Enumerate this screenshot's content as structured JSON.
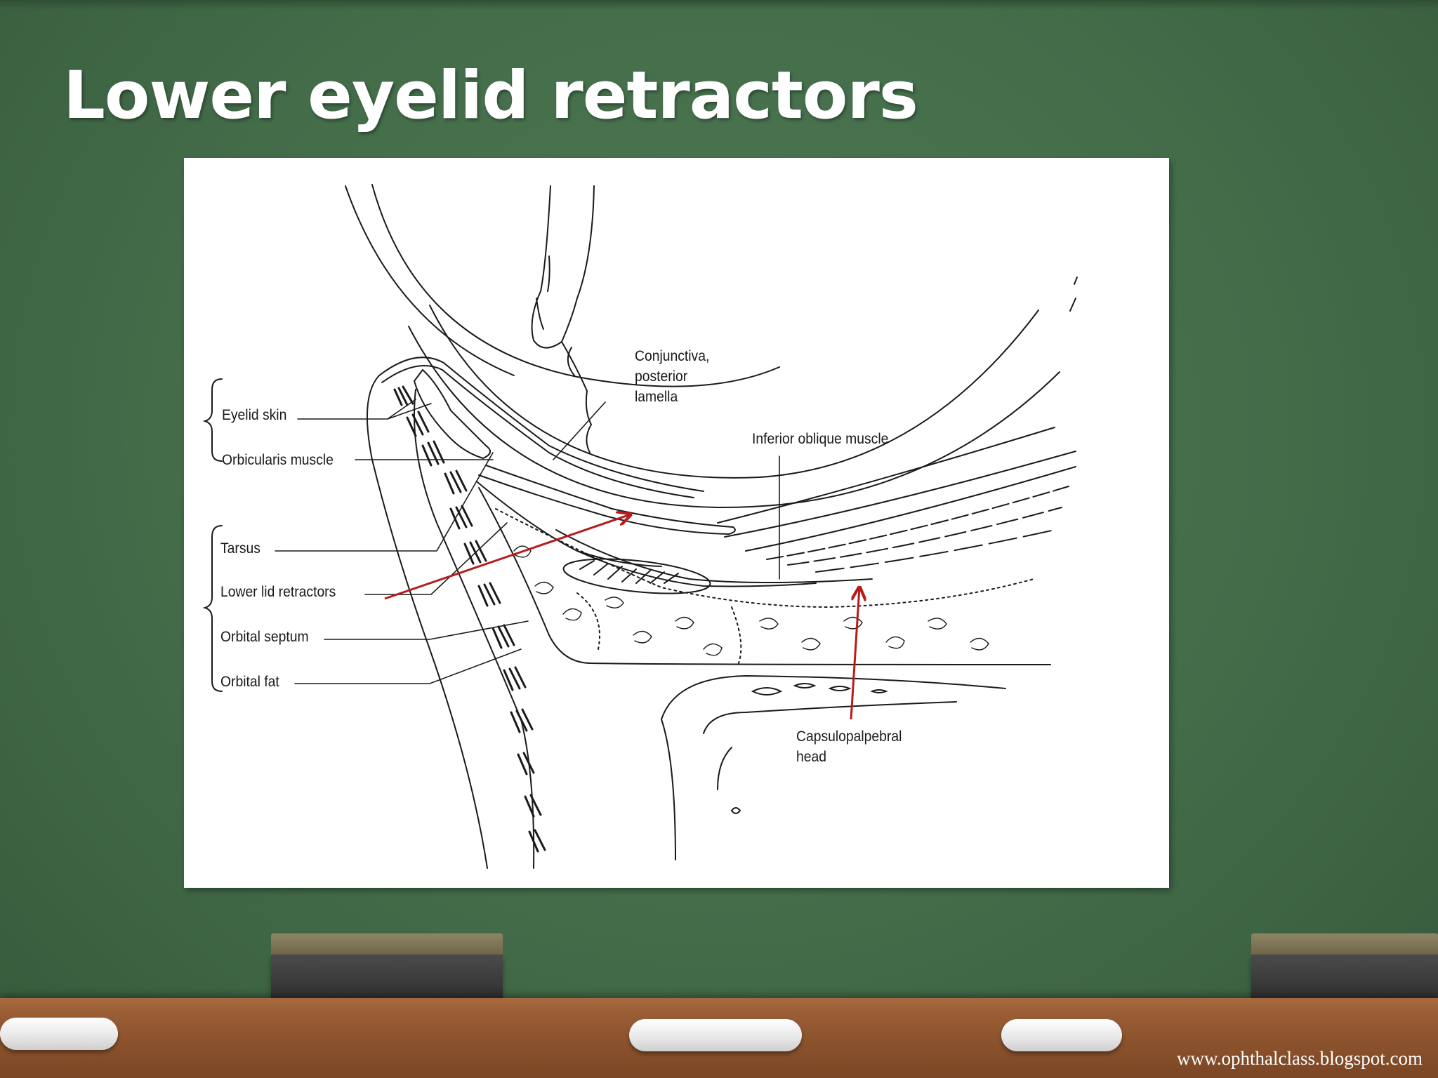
{
  "slide": {
    "title": "Lower eyelid retractors",
    "footer_url": "www.ophthalclass.blogspot.com"
  },
  "diagram": {
    "labels": {
      "eyelid_skin": "Eyelid skin",
      "orbicularis_muscle": "Orbicularis muscle",
      "tarsus": "Tarsus",
      "lower_lid_retractors": "Lower lid retractors",
      "orbital_septum": "Orbital septum",
      "orbital_fat": "Orbital fat",
      "conjunctiva": "Conjunctiva,\nposterior\nlamella",
      "inferior_oblique": "Inferior oblique muscle",
      "capsulopalpebral_head": "Capsulopalpebral\nhead"
    },
    "line_color": "#1a1a1a",
    "annotation_arrow_color": "#b71c1c"
  },
  "theme": {
    "board_color": "#456e4b",
    "tray_color": "#9a5e35",
    "title_color": "#ffffff"
  }
}
